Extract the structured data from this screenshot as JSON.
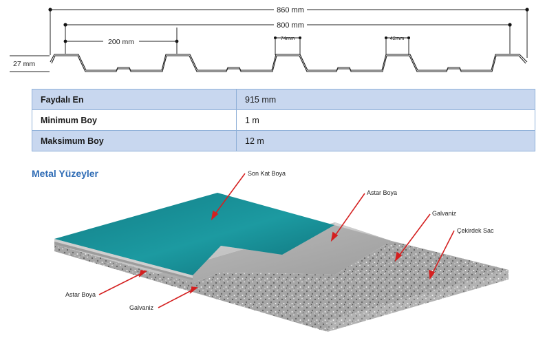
{
  "dimensions": {
    "total_width": "860 mm",
    "inner_width": "800 mm",
    "pitch": "200 mm",
    "top_width": "74mm",
    "bottom_width": "42mm",
    "height": "27 mm"
  },
  "spec_table": {
    "rows": [
      {
        "label": "Faydalı En",
        "value": "915 mm"
      },
      {
        "label": "Minimum Boy",
        "value": "1 m"
      },
      {
        "label": "Maksimum Boy",
        "value": "12 m"
      }
    ]
  },
  "surfaces": {
    "title": "Metal Yüzeyler",
    "labels": {
      "son_kat_boya": "Son Kat Boya",
      "astar_boya_top": "Astar Boya",
      "galvaniz_top": "Galvaniz",
      "cekirdek_sac": "Çekirdek Sac",
      "astar_boya_left": "Astar Boya",
      "galvaniz_left": "Galvaniz"
    }
  },
  "colors": {
    "top_coat": "#1a8f96",
    "primer": "#c9c9c9",
    "galvanized": "#adadad",
    "core": "#8a8a8a",
    "pointer": "#d42020",
    "title": "#2f6cb5",
    "table_band": "#c8d7ef"
  }
}
